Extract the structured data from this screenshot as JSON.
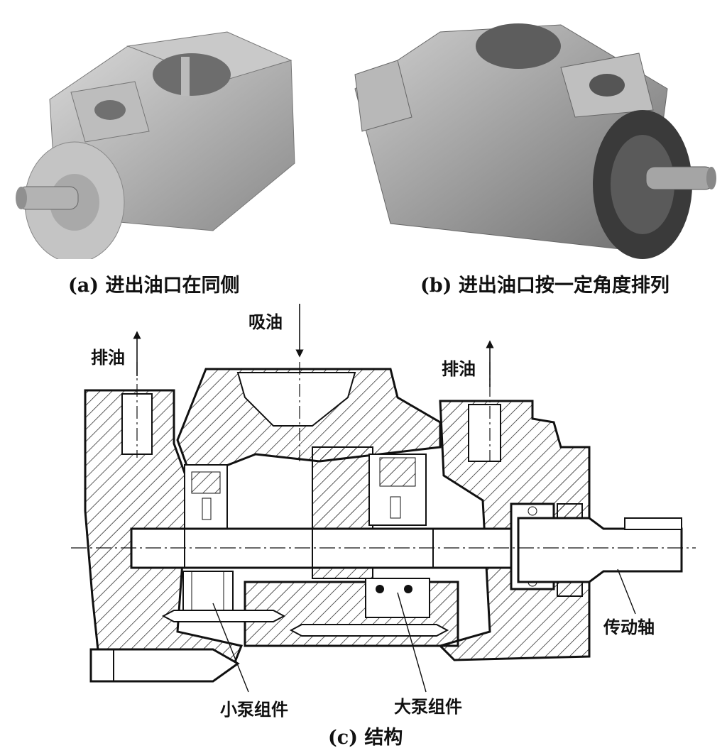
{
  "photos": {
    "a_caption": "(a) 进出油口在同侧",
    "b_caption": "(b) 进出油口按一定角度排列"
  },
  "diagram": {
    "suction_label": "吸油",
    "discharge_left_label": "排油",
    "discharge_right_label": "排油",
    "drive_shaft_label": "传动轴",
    "small_pump_label": "小泵组件",
    "large_pump_label": "大泵组件",
    "caption": "(c) 结构"
  }
}
